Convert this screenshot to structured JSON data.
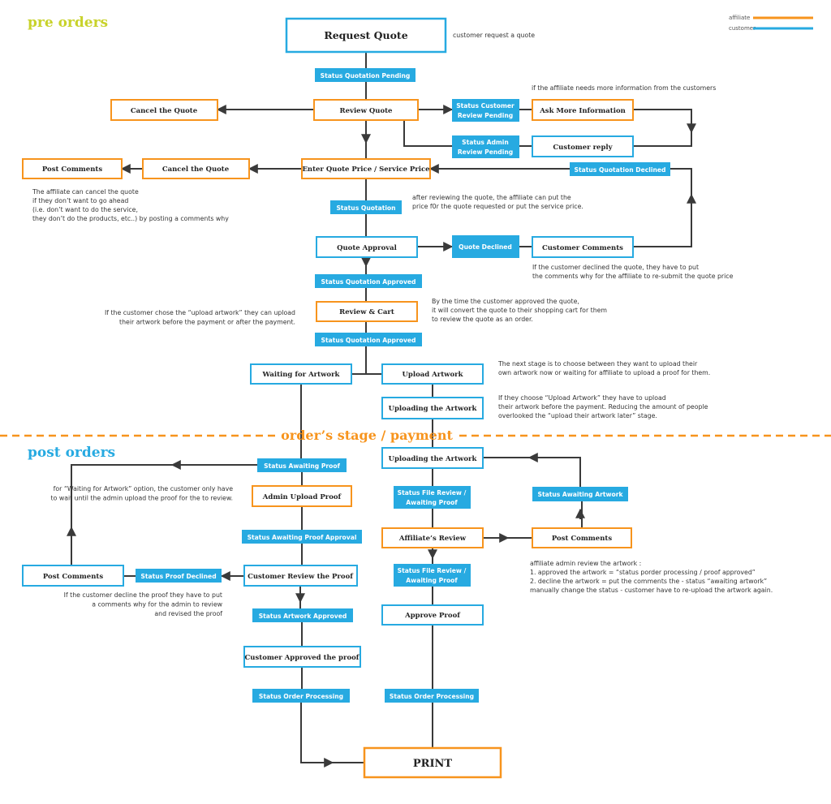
{
  "legend": {
    "affiliate_label": "affiliate",
    "customer_label": "customer",
    "affiliate_color": "#f7941d",
    "customer_color": "#27aae1"
  },
  "colors": {
    "affiliate": "#f7941d",
    "customer": "#27aae1",
    "line": "#3a3a3a",
    "section_title_pre": "#c8d22a",
    "section_title_post": "#27aae1",
    "stage_title": "#f7941d"
  },
  "sections": {
    "pre_orders": "pre orders",
    "post_orders": "post orders",
    "stage_divider": "order’s stage / payment"
  },
  "nodes": {
    "request_quote": "Request Quote",
    "cancel_quote_1": "Cancel the Quote",
    "review_quote": "Review Quote",
    "ask_more_info": "Ask More Information",
    "customer_reply": "Customer reply",
    "post_comments_1": "Post Comments",
    "cancel_quote_2": "Cancel the Quote",
    "enter_quote_price": "Enter Quote Price / Service Price",
    "quote_approval": "Quote Approval",
    "customer_comments": "Customer Comments",
    "review_cart": "Review & Cart",
    "waiting_for_artwork": "Waiting for Artwork",
    "upload_artwork": "Upload Artwork",
    "uploading_artwork_1": "Uploading the Artwork",
    "admin_upload_proof": "Admin Upload Proof",
    "customer_review_proof": "Customer Review the Proof",
    "post_comments_2": "Post Comments",
    "customer_approved_proof": "Customer Approved the proof",
    "uploading_artwork_2": "Uploading the Artwork",
    "affiliates_review": "Affiliate’s Review",
    "post_comments_3": "Post Comments",
    "approve_proof": "Approve Proof",
    "print": "PRINT"
  },
  "statuses": {
    "quotation_pending": "Status Quotation Pending",
    "customer_review_pending": [
      "Status Customer",
      "Review Pending"
    ],
    "admin_review_pending": [
      "Status Admin",
      "Review Pending"
    ],
    "quotation_declined": "Status Quotation Declined",
    "quotation": "Status Quotation",
    "quote_declined": "Quote Declined",
    "quotation_approved_1": "Status Quotation Approved",
    "quotation_approved_2": "Status Quotation Approved",
    "awaiting_proof": "Status Awaiting Proof",
    "awaiting_proof_approval": "Status Awaiting Proof Approval",
    "proof_declined": "Status Proof Declined",
    "artwork_approved": "Status Artwork Approved",
    "order_processing_1": "Status Order Processing",
    "file_review_1": [
      "Status File Review /",
      "Awaiting Proof"
    ],
    "awaiting_artwork": "Status Awaiting Artwork",
    "file_review_2": [
      "Status File Review /",
      "Awaiting Proof"
    ],
    "order_processing_2": "Status Order Processing"
  },
  "notes": {
    "request_quote": [
      "customer request a quote"
    ],
    "more_info": [
      "if the affiliate needs more information from the customers"
    ],
    "cancel_quote": [
      "The affiliate can cancel the quote",
      "if they don’t want to go ahead",
      "(i.e. don’t want to do the service,",
      "they don’t do the products, etc..) by posting a comments why"
    ],
    "quotation": [
      "after reviewing the quote, the affiliate can put the",
      "price f0r the quote requested or put the service price."
    ],
    "declined": [
      "If the customer declined the quote, they have to put",
      "the comments why for the affiliate to re-submit the quote price"
    ],
    "upload_choice": [
      "If the customer chose the “upload artwork” they can upload",
      "their artwork before the payment or after the payment."
    ],
    "cart": [
      "By the time the customer approved the quote,",
      "it will convert the quote to their shopping cart for them",
      "to review the quote as an order."
    ],
    "next_stage": [
      "The next stage is to choose between they want to upload their",
      "own artwork now or waiting for affiliate to upload a proof for them."
    ],
    "upload_before_payment": [
      "If they choose “Upload Artwork” they have to upload",
      "their artwork before the payment. Reducing the amount of people",
      "overlooked the “upload their artwork later” stage."
    ],
    "waiting_option": [
      "for “Waiting for Artwork” option, the customer only have",
      "to wait until the admin upload the proof for the to review."
    ],
    "proof_declined": [
      "If the customer decline the proof they have to put",
      "a comments why for the admin to review",
      "and revised the proof"
    ],
    "admin_review": [
      "affiliate admin review the artwork :",
      "1. approved the artwork = “status porder processing / proof approved”",
      "2. decline the artwork = put the comments the - status “awaiting artwork”",
      "manually change the status - customer have to re-upload the artwork again."
    ]
  }
}
